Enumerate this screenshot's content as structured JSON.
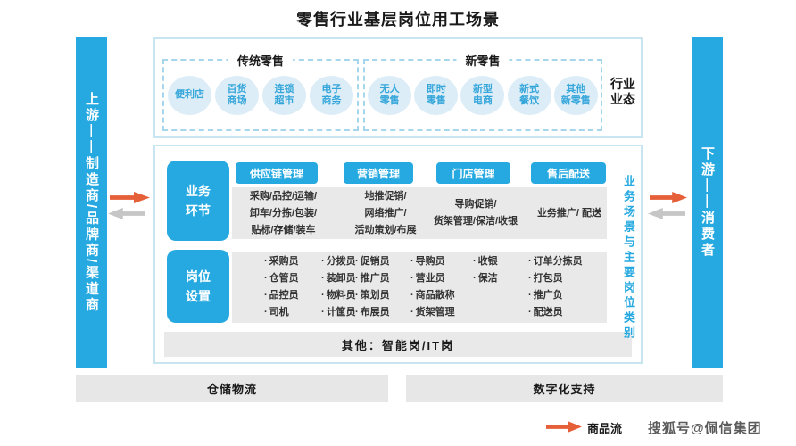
{
  "title": "零售行业基层岗位用工场景",
  "upstream_label": "上游——制造商/品牌商/渠道商",
  "downstream_label": "下游——消费者",
  "industry": {
    "side_label": [
      "行业",
      "业态"
    ],
    "groups": [
      {
        "title": "传统零售",
        "items": [
          [
            "便利店"
          ],
          [
            "百货",
            "商场"
          ],
          [
            "连锁",
            "超市"
          ],
          [
            "电子",
            "商务"
          ]
        ]
      },
      {
        "title": "新零售",
        "items": [
          [
            "无人",
            "零售"
          ],
          [
            "即时",
            "零售"
          ],
          [
            "新型",
            "电商"
          ],
          [
            "新式",
            "餐饮"
          ],
          [
            "其他",
            "新零售"
          ]
        ]
      }
    ]
  },
  "scene": {
    "side_label": "业务场景与主要岗位类别",
    "row1_label": [
      "业务",
      "环节"
    ],
    "row2_label": [
      "岗位",
      "设置"
    ],
    "columns": [
      {
        "header": "供应链管理",
        "details": [
          "采购/品控/运输/",
          "卸车/分拣/包装/",
          "贴标/存储/装车"
        ]
      },
      {
        "header": "营销管理",
        "details": [
          "地推促销/",
          "网络推广/",
          "活动策划/布展"
        ]
      },
      {
        "header": "门店管理",
        "details": [
          "导购促销/",
          "货架管理/保洁/收银"
        ]
      },
      {
        "header": "售后配送",
        "details": [
          "业务推广/ 配送"
        ]
      }
    ],
    "jobs": [
      [
        "采购员",
        "仓管员",
        "品控员",
        "司机"
      ],
      [
        "分拨员",
        "装卸员",
        "物料员",
        "计筐员"
      ],
      [
        "促销员",
        "推广员",
        "策划员",
        "布展员"
      ],
      [
        "导购员",
        "营业员",
        "商品散称",
        "货架管理"
      ],
      [
        "收银",
        "保洁"
      ],
      [
        "订单分拣员",
        "打包员",
        "推广负",
        "配送员"
      ]
    ],
    "other_row": "其他：智能岗/IT岗"
  },
  "bottom_bars": [
    "仓储物流",
    "数字化支持"
  ],
  "flow_legend": "商品流",
  "watermark": "搜狐号@佩信集团",
  "colors": {
    "accent_blue": "#25a9e0",
    "light_blue_fill": "#dcedf7",
    "border_blue": "#c8e5f2",
    "dashed_blue": "#a5d6ec",
    "gray_band": "#e9e9e9",
    "orange_arrow": "#e55f38",
    "gray_arrow": "#c6c6c6"
  }
}
